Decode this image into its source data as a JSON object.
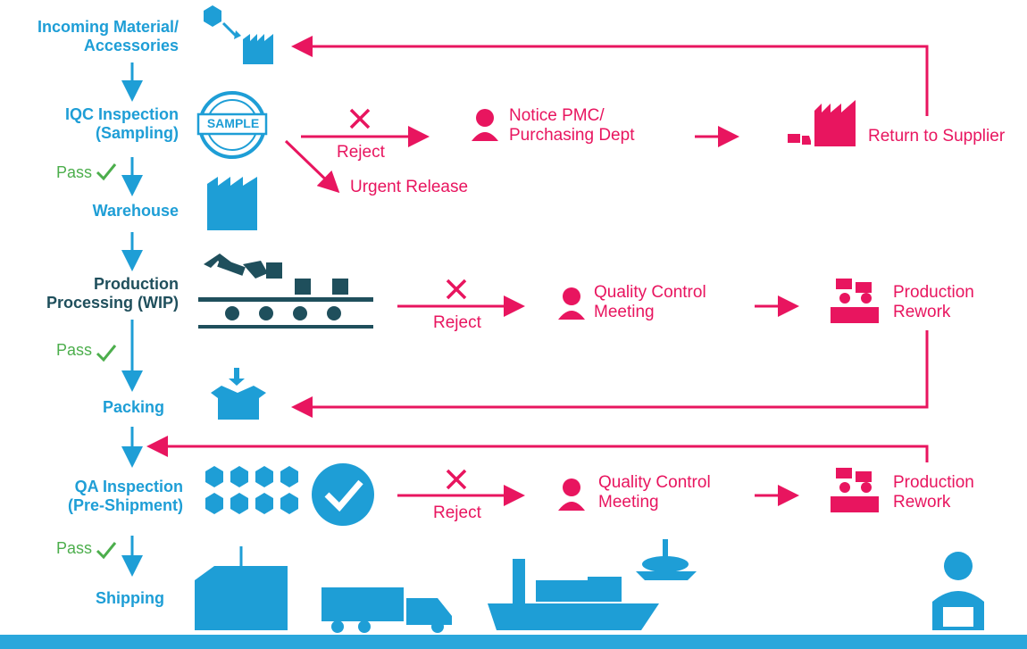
{
  "colors": {
    "blue": "#1e9ed6",
    "pink": "#e8155f",
    "green": "#4cae4c",
    "dark": "#1f4f5c"
  },
  "steps": {
    "incoming": "Incoming Material/\nAccessories",
    "iqc": "IQC Inspection\n(Sampling)",
    "warehouse": "Warehouse",
    "production": "Production\nProcessing (WIP)",
    "packing": "Packing",
    "qa": "QA Inspection\n(Pre-Shipment)",
    "shipping": "Shipping"
  },
  "pass_label": "Pass",
  "reject_label": "Reject",
  "urgent_release": "Urgent Release",
  "notice_pmc": "Notice PMC/\nPurchasing Dept",
  "return_supplier": "Return to Supplier",
  "qc_meeting": "Quality Control\nMeeting",
  "production_rework": "Production\nRework",
  "stamp_text": "SAMPLE",
  "icons": [
    "box-to-factory-icon",
    "sample-stamp-icon",
    "warehouse-icon",
    "robot-conveyor-icon",
    "packing-box-icon",
    "boxes-icon",
    "check-badge-icon",
    "container-icon",
    "truck-icon",
    "ship-icon",
    "airplane-icon",
    "worker-laptop-icon",
    "person-icon",
    "people-chat-icon",
    "factory-icon",
    "small-truck-icon",
    "x-mark-icon",
    "checkmark-icon"
  ]
}
